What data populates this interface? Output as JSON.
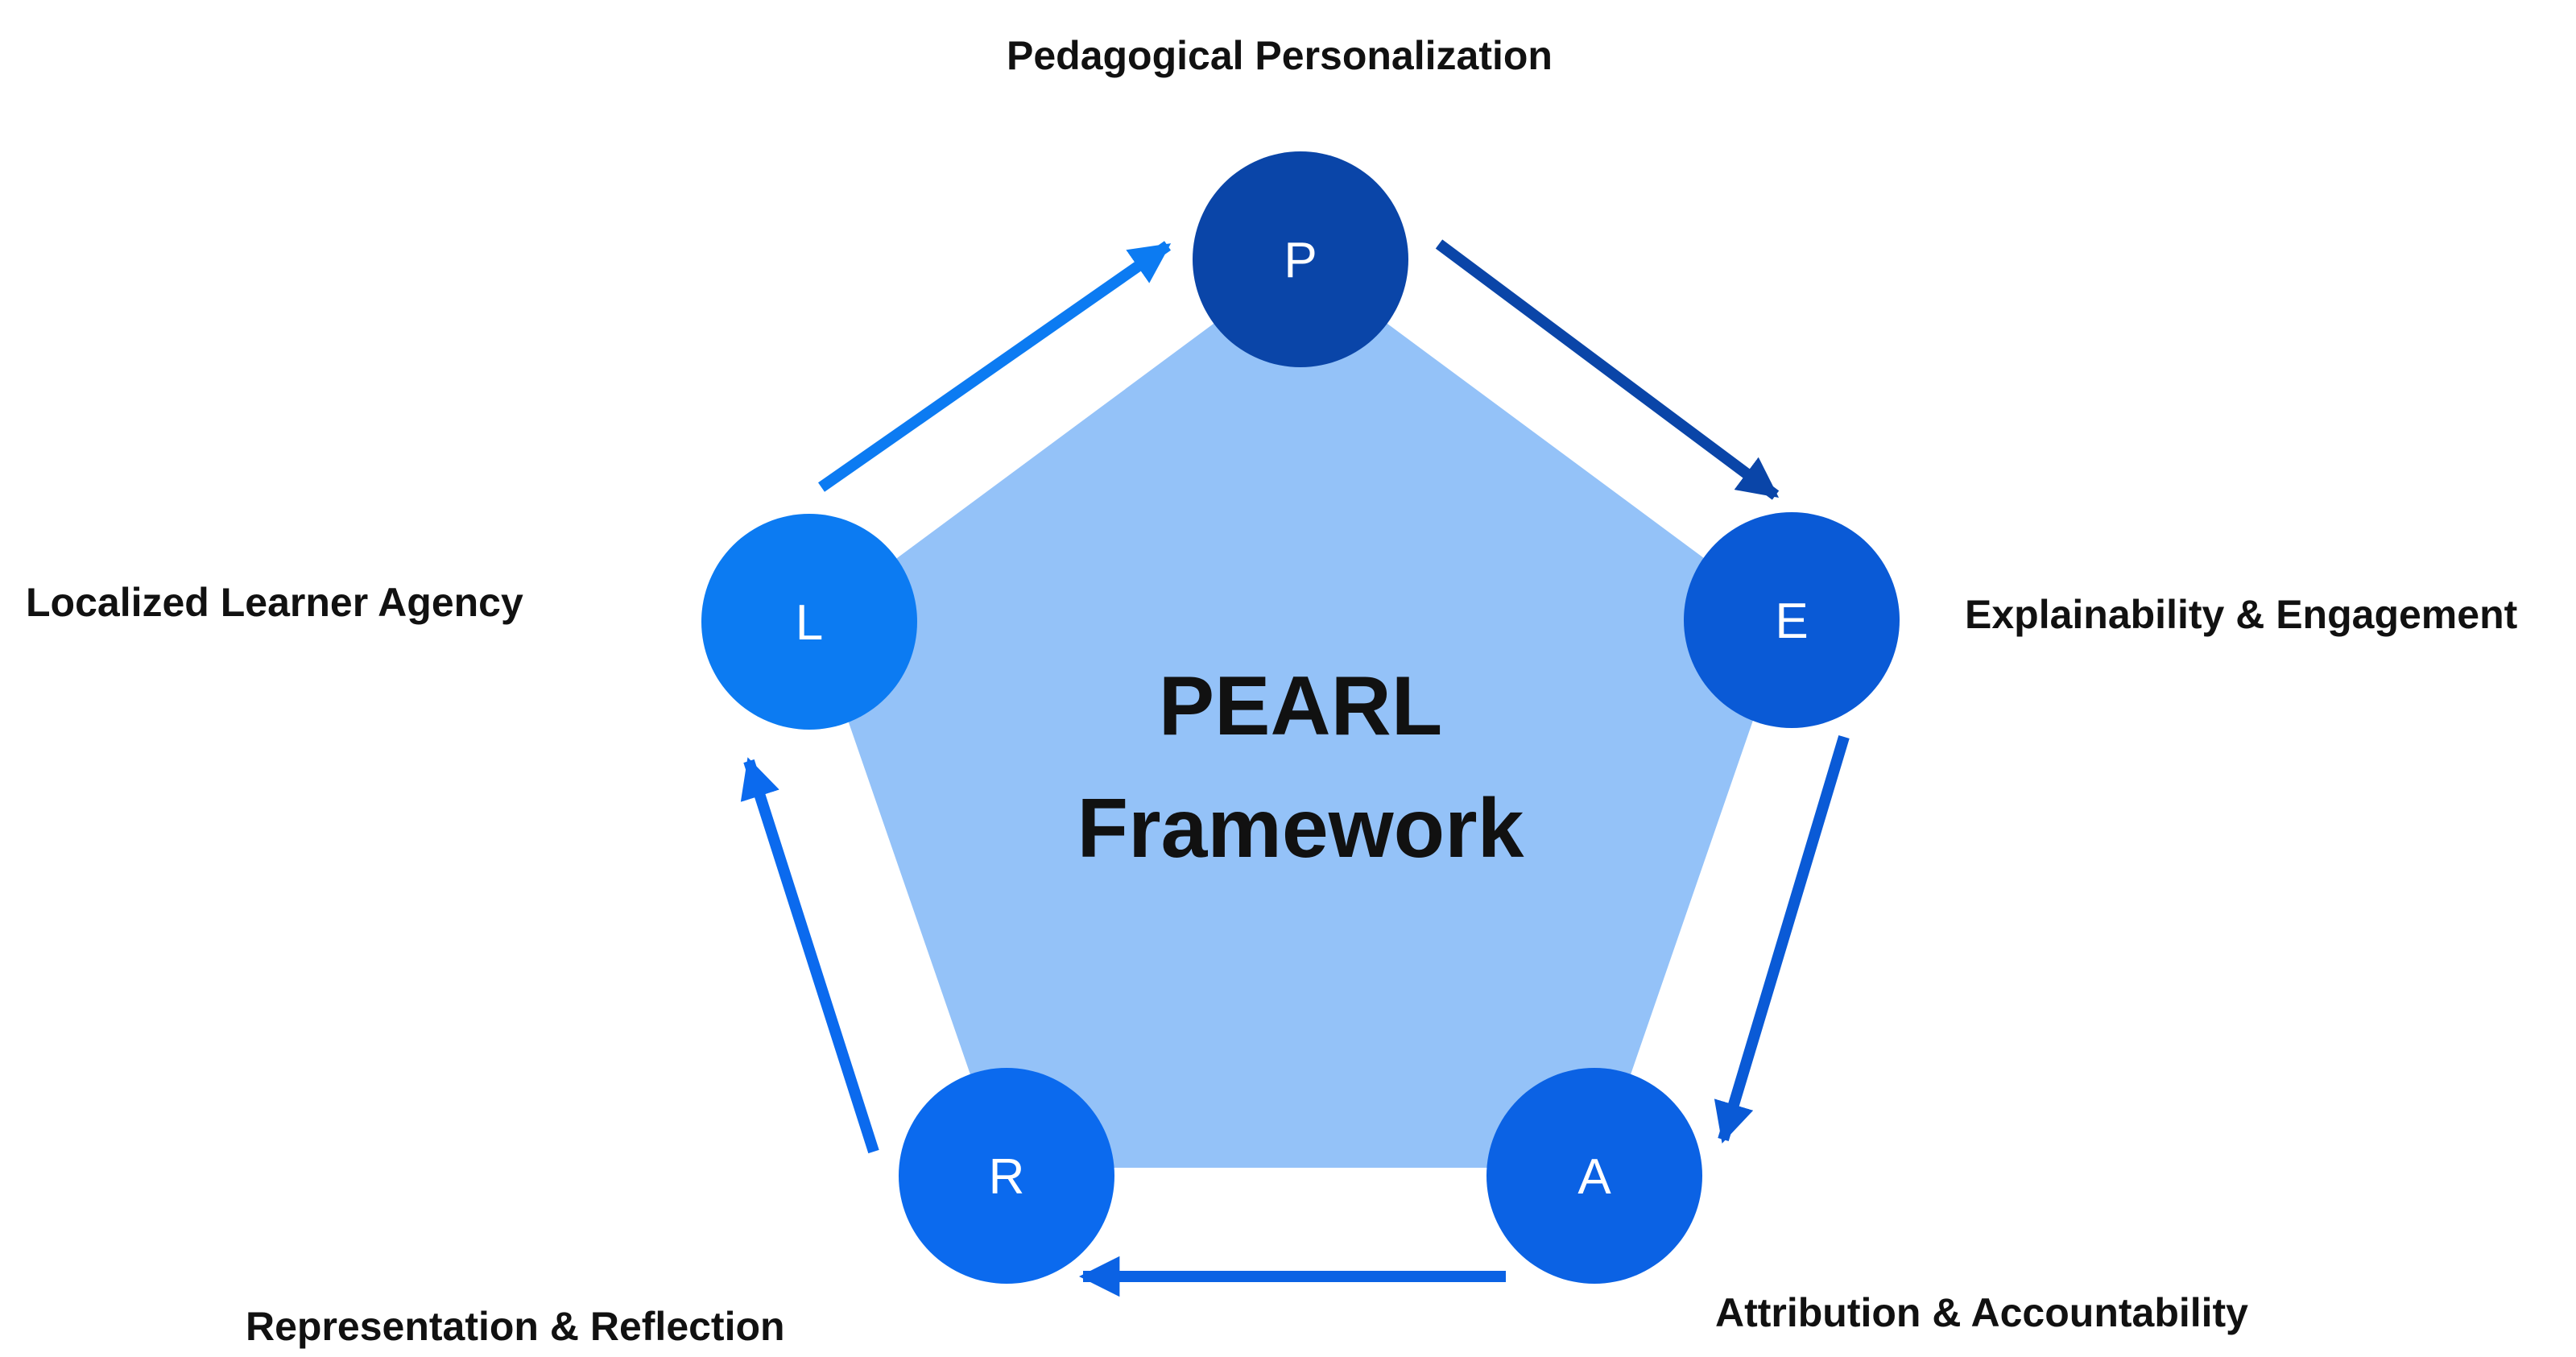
{
  "center": {
    "line1": "PEARL",
    "line2": "Framework",
    "fill": "#94C2F8"
  },
  "nodes": [
    {
      "id": "p",
      "letter": "P",
      "label": "Pedagogical Personalization",
      "color": "#0A45A8"
    },
    {
      "id": "e",
      "letter": "E",
      "label": "Explainability & Engagement",
      "color": "#0A5AD6"
    },
    {
      "id": "a",
      "letter": "A",
      "label": "Attribution & Accountability",
      "color": "#0B62E4"
    },
    {
      "id": "r",
      "letter": "R",
      "label": "Representation & Reflection",
      "color": "#0B6AEE"
    },
    {
      "id": "l",
      "letter": "L",
      "label": "Localized Learner Agency",
      "color": "#0C7BF2"
    }
  ],
  "arrows": [
    {
      "from": "P",
      "to": "E",
      "color": "#0A45A8"
    },
    {
      "from": "E",
      "to": "A",
      "color": "#0A5AD6"
    },
    {
      "from": "A",
      "to": "R",
      "color": "#0B62E4"
    },
    {
      "from": "R",
      "to": "L",
      "color": "#0B6AEE"
    },
    {
      "from": "L",
      "to": "P",
      "color": "#0C7BF2"
    }
  ]
}
